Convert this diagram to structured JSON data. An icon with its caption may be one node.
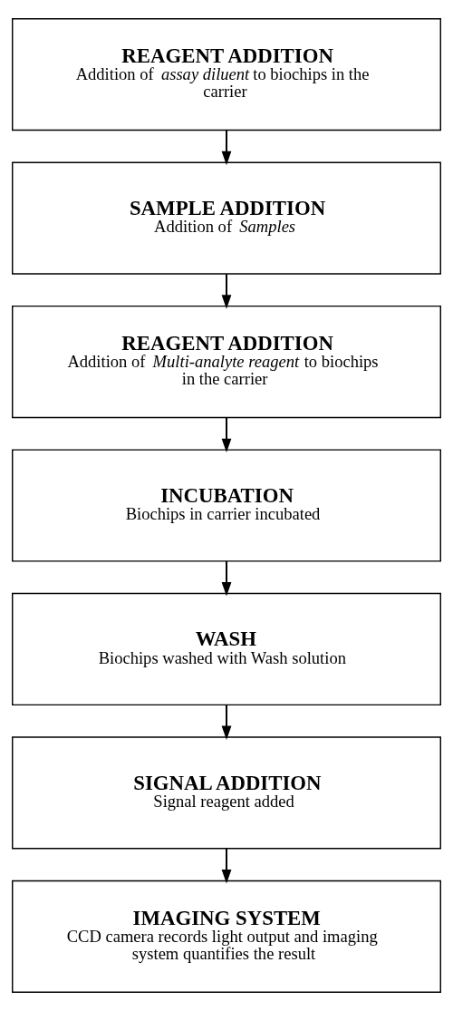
{
  "diagram": {
    "nodes": [
      {
        "text": [
          "REAGENT ADDITION",
          "Addition of *assay diluent* to biochips in the carrier"
        ]
      },
      {
        "text": [
          "SAMPLE ADDITION",
          "Addition of *Samples*"
        ]
      },
      {
        "text": [
          "REAGENT ADDITION",
          "Addition of *Multi-analyte reagent* to biochips in the carrier"
        ]
      },
      {
        "text": [
          "INCUBATION",
          "Biochips in carrier incubated"
        ]
      },
      {
        "text": [
          "WASH",
          "Biochips washed with Wash solution"
        ]
      },
      {
        "text": [
          "SIGNAL ADDITION",
          "Signal reagent added"
        ]
      },
      {
        "text": [
          "IMAGING SYSTEM",
          "CCD camera records light output and imaging system quantifies the result"
        ]
      }
    ],
    "edges": [
      {
        "from": 0,
        "to": 1,
        "arrow": "to"
      },
      {
        "from": 1,
        "to": 2,
        "arrow": "to"
      },
      {
        "from": 2,
        "to": 3,
        "arrow": "to"
      },
      {
        "from": 3,
        "to": 4,
        "arrow": "to"
      },
      {
        "from": 4,
        "to": 5,
        "arrow": "to"
      },
      {
        "from": 5,
        "to": 6,
        "arrow": "to"
      }
    ]
  }
}
